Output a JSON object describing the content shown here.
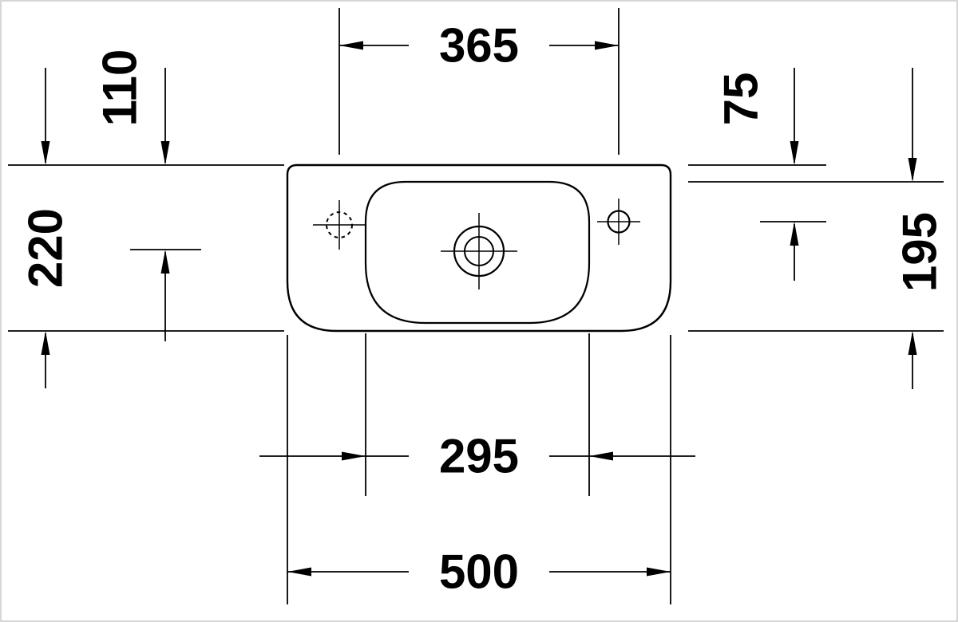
{
  "drawing": {
    "subject": "washbasin-top-view",
    "dims": {
      "d365": "365",
      "d110": "110",
      "d220": "220",
      "d75": "75",
      "d195": "195",
      "d295": "295",
      "d500": "500"
    }
  }
}
